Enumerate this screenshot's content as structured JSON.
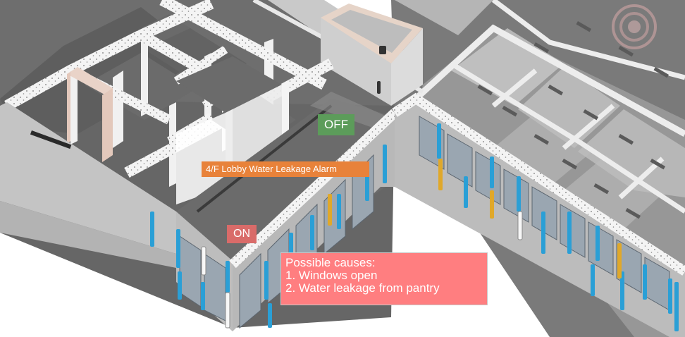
{
  "colors": {
    "off_status": "#5c9c5a",
    "alarm_label": "#e8823a",
    "on_status": "#d96b69",
    "causes_panel": "#ff7e80",
    "window_frame_blue": "#2a9fd6",
    "window_frame_amber": "#e0a82a"
  },
  "icons": {
    "sensor": "signal-ring-icon"
  },
  "labels": {
    "off_status": "OFF",
    "alarm_name": "4/F Lobby Water Leakage Alarm",
    "on_status": "ON"
  },
  "causes_panel": {
    "heading": "Possible causes:",
    "items": [
      "1. Windows open",
      "2. Water leakage from pantry"
    ]
  }
}
